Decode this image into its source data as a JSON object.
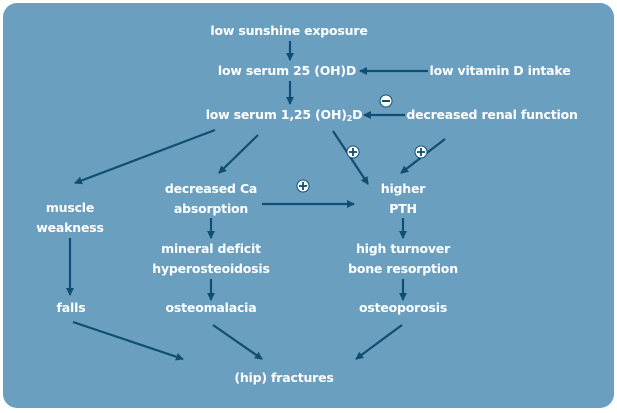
{
  "colors": {
    "background": "#6b9fc0",
    "arrow": "#0e4f72",
    "text": "#ffffff"
  },
  "nodes": {
    "sunshine": "low sunshine exposure",
    "serum25": "low serum 25 (OH)D",
    "vitaminD": "low vitamin D intake",
    "serum125_prefix": "low serum 1,25 (OH)",
    "serum125_sub": "2",
    "serum125_suffix": "D",
    "renal": "decreased renal function",
    "ca_line1": "decreased Ca",
    "ca_line2": "absorption",
    "muscle_line1": "muscle",
    "muscle_line2": "weakness",
    "pth_line1": "higher",
    "pth_line2": "PTH",
    "mineral_line1": "mineral deficit",
    "mineral_line2": "hyperosteoidosis",
    "turnover_line1": "high turnover",
    "turnover_line2": "bone resorption",
    "falls": "falls",
    "osteomalacia": "osteomalacia",
    "osteoporosis": "osteoporosis",
    "fractures": "(hip) fractures"
  },
  "signs": {
    "minus": "−",
    "plus": "+"
  }
}
